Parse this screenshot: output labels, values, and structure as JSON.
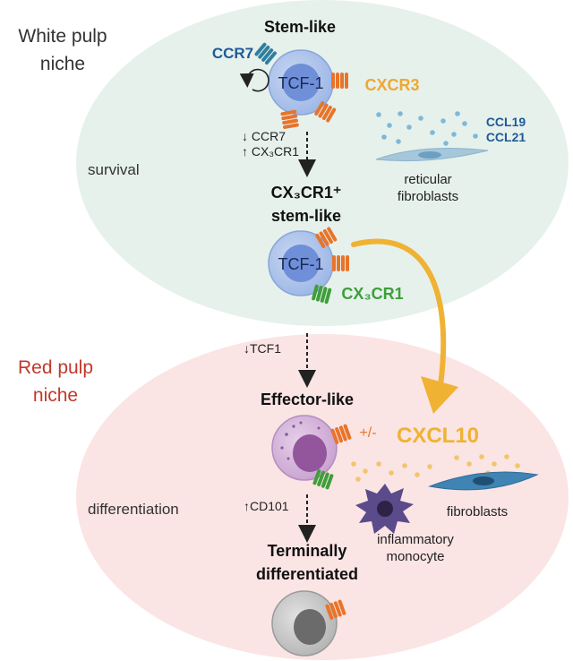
{
  "niches": {
    "white_pulp": {
      "line1": "White pulp",
      "line2": "niche",
      "fill": "#e6f1ec"
    },
    "red_pulp": {
      "line1": "Red pulp",
      "line2": "niche",
      "fill": "#fbe4e4",
      "label_color": "#c0392b"
    }
  },
  "processes": {
    "survival": "survival",
    "differentiation": "differentiation"
  },
  "cells": {
    "stem_like": {
      "title": "Stem-like",
      "nucleus_label": "TCF-1"
    },
    "cx3cr1_stem_like": {
      "title_line1": "CX₃CR1⁺",
      "title_line2": "stem-like",
      "nucleus_label": "TCF-1"
    },
    "effector_like": {
      "title": "Effector-like",
      "receptor_note": "+/-"
    },
    "terminal": {
      "title_line1": "Terminally",
      "title_line2": "differentiated"
    }
  },
  "receptors": {
    "ccr7": "CCR7",
    "cxcr3": "CXCR3",
    "cx3cr1": "CX₃CR1"
  },
  "chemokines": {
    "ccl19": "CCL19",
    "ccl21": "CCL21",
    "cxcl10": "CXCL10"
  },
  "transitions": {
    "step1_line1": "↓ CCR7",
    "step1_line2": "↑ CX₃CR1",
    "step2": "↓TCF1",
    "step3": "↑CD101"
  },
  "stromal": {
    "reticular_line1": "reticular",
    "reticular_line2": "fibroblasts",
    "fibroblasts": "fibroblasts",
    "monocyte_line1": "inflammatory",
    "monocyte_line2": "monocyte"
  },
  "colors": {
    "ccr7": "#1f5a96",
    "cxcr3": "#f0a830",
    "cx3cr1": "#3f9e3a",
    "receptor_orange": "#e8742a",
    "receptor_blue": "#2f7f9e",
    "receptor_green": "#3f9e3a",
    "cxcl10_arrow": "#f0b233"
  }
}
